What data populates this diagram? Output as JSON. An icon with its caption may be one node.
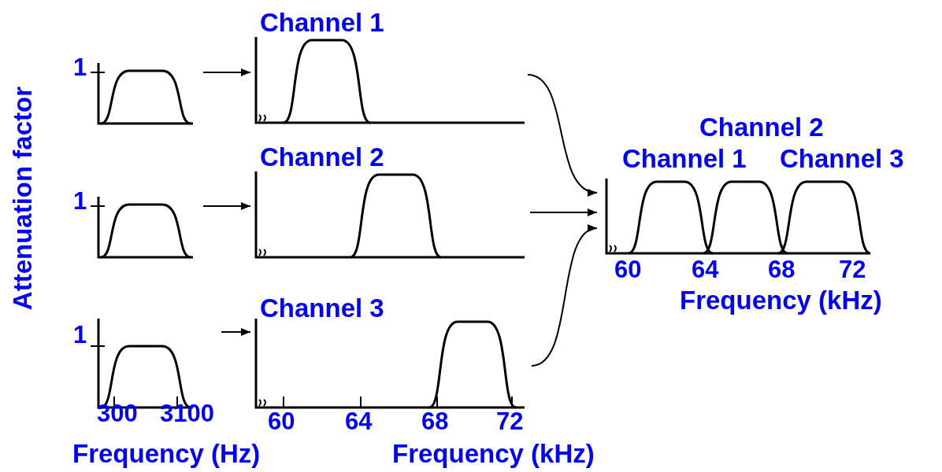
{
  "diagram": {
    "nodes": [
      {
        "text": [
          "1"
        ]
      },
      {
        "text": [
          "Channel 1"
        ]
      },
      {
        "text": [
          "1"
        ]
      },
      {
        "text": [
          "Channel 2"
        ]
      },
      {
        "text": [
          "1",
          "300",
          "3100"
        ]
      },
      {
        "text": [
          "Channel 3",
          "60",
          "64",
          "68",
          "72"
        ]
      },
      {
        "text": [
          "Channel 2",
          "Channel 1",
          "Channel 3",
          "60",
          "64",
          "68",
          "72",
          "Frequency (kHz)"
        ]
      }
    ],
    "edges": [
      {
        "from": 0,
        "to": 1,
        "arrow": "to"
      },
      {
        "from": 2,
        "to": 3,
        "arrow": "to"
      },
      {
        "from": 4,
        "to": 5,
        "arrow": "to"
      },
      {
        "from": 1,
        "to": 6,
        "arrow": "to"
      },
      {
        "from": 3,
        "to": 6,
        "arrow": "to"
      },
      {
        "from": 5,
        "to": 6,
        "arrow": "to"
      }
    ],
    "labels": [
      "Attenuation factor",
      "Frequency (Hz)",
      "Frequency (kHz)"
    ]
  }
}
